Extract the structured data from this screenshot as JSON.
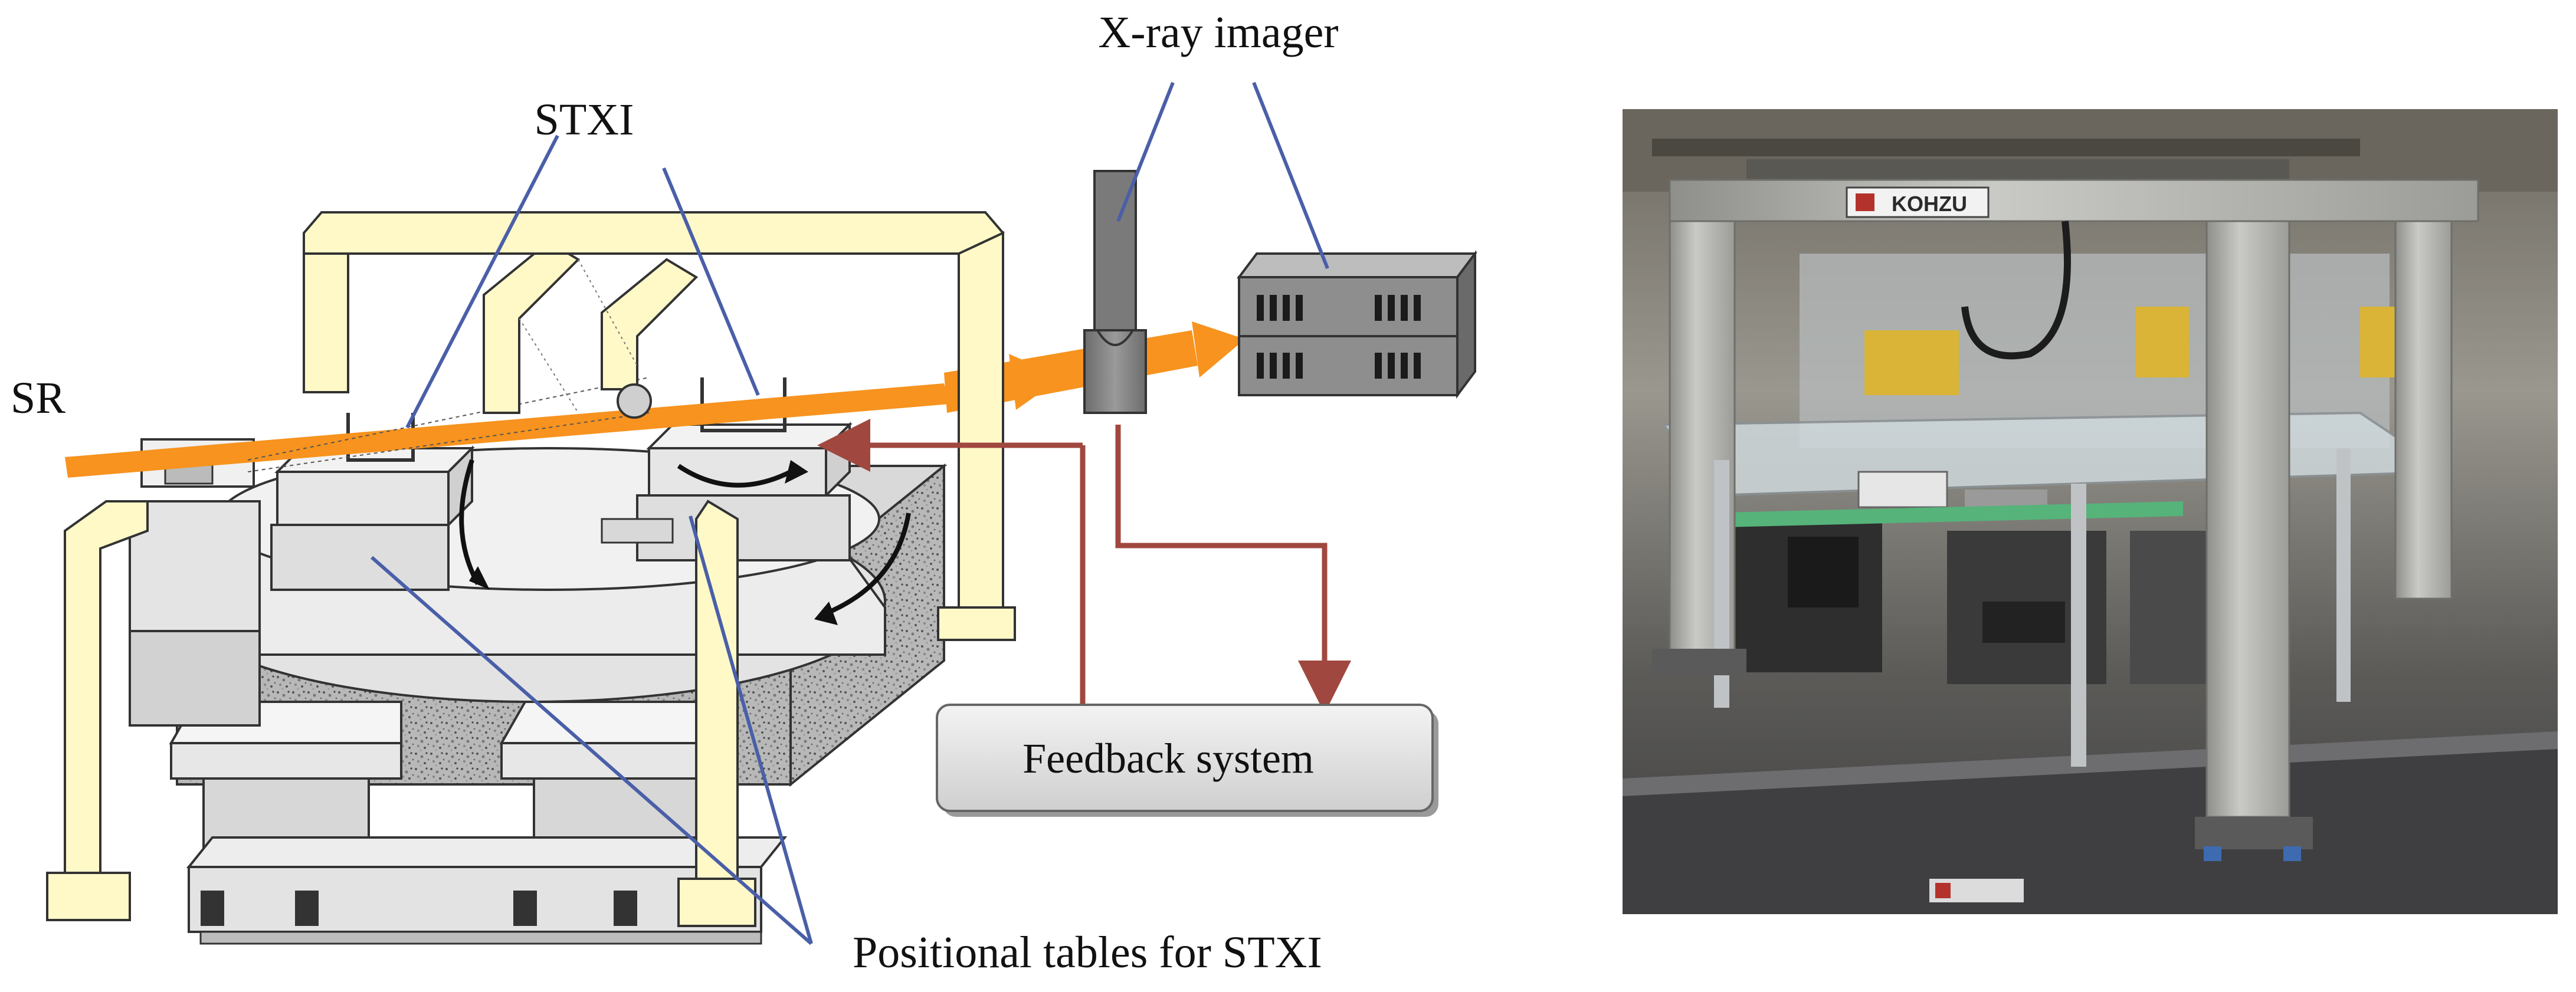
{
  "labels": {
    "xray_imager": "X-ray imager",
    "stxi": "STXI",
    "sr": "SR",
    "feedback_system": "Feedback system",
    "positional_tables": "Positional tables for STXI"
  },
  "photo": {
    "brand_text": "KOHZU"
  },
  "colors": {
    "beam": "#F7931E",
    "frame": "#FFF9C8",
    "leader": "#4A5FA8",
    "feedback": "#A0483F",
    "detector": "#7A7A7A",
    "granite": "#8C8C8C"
  }
}
